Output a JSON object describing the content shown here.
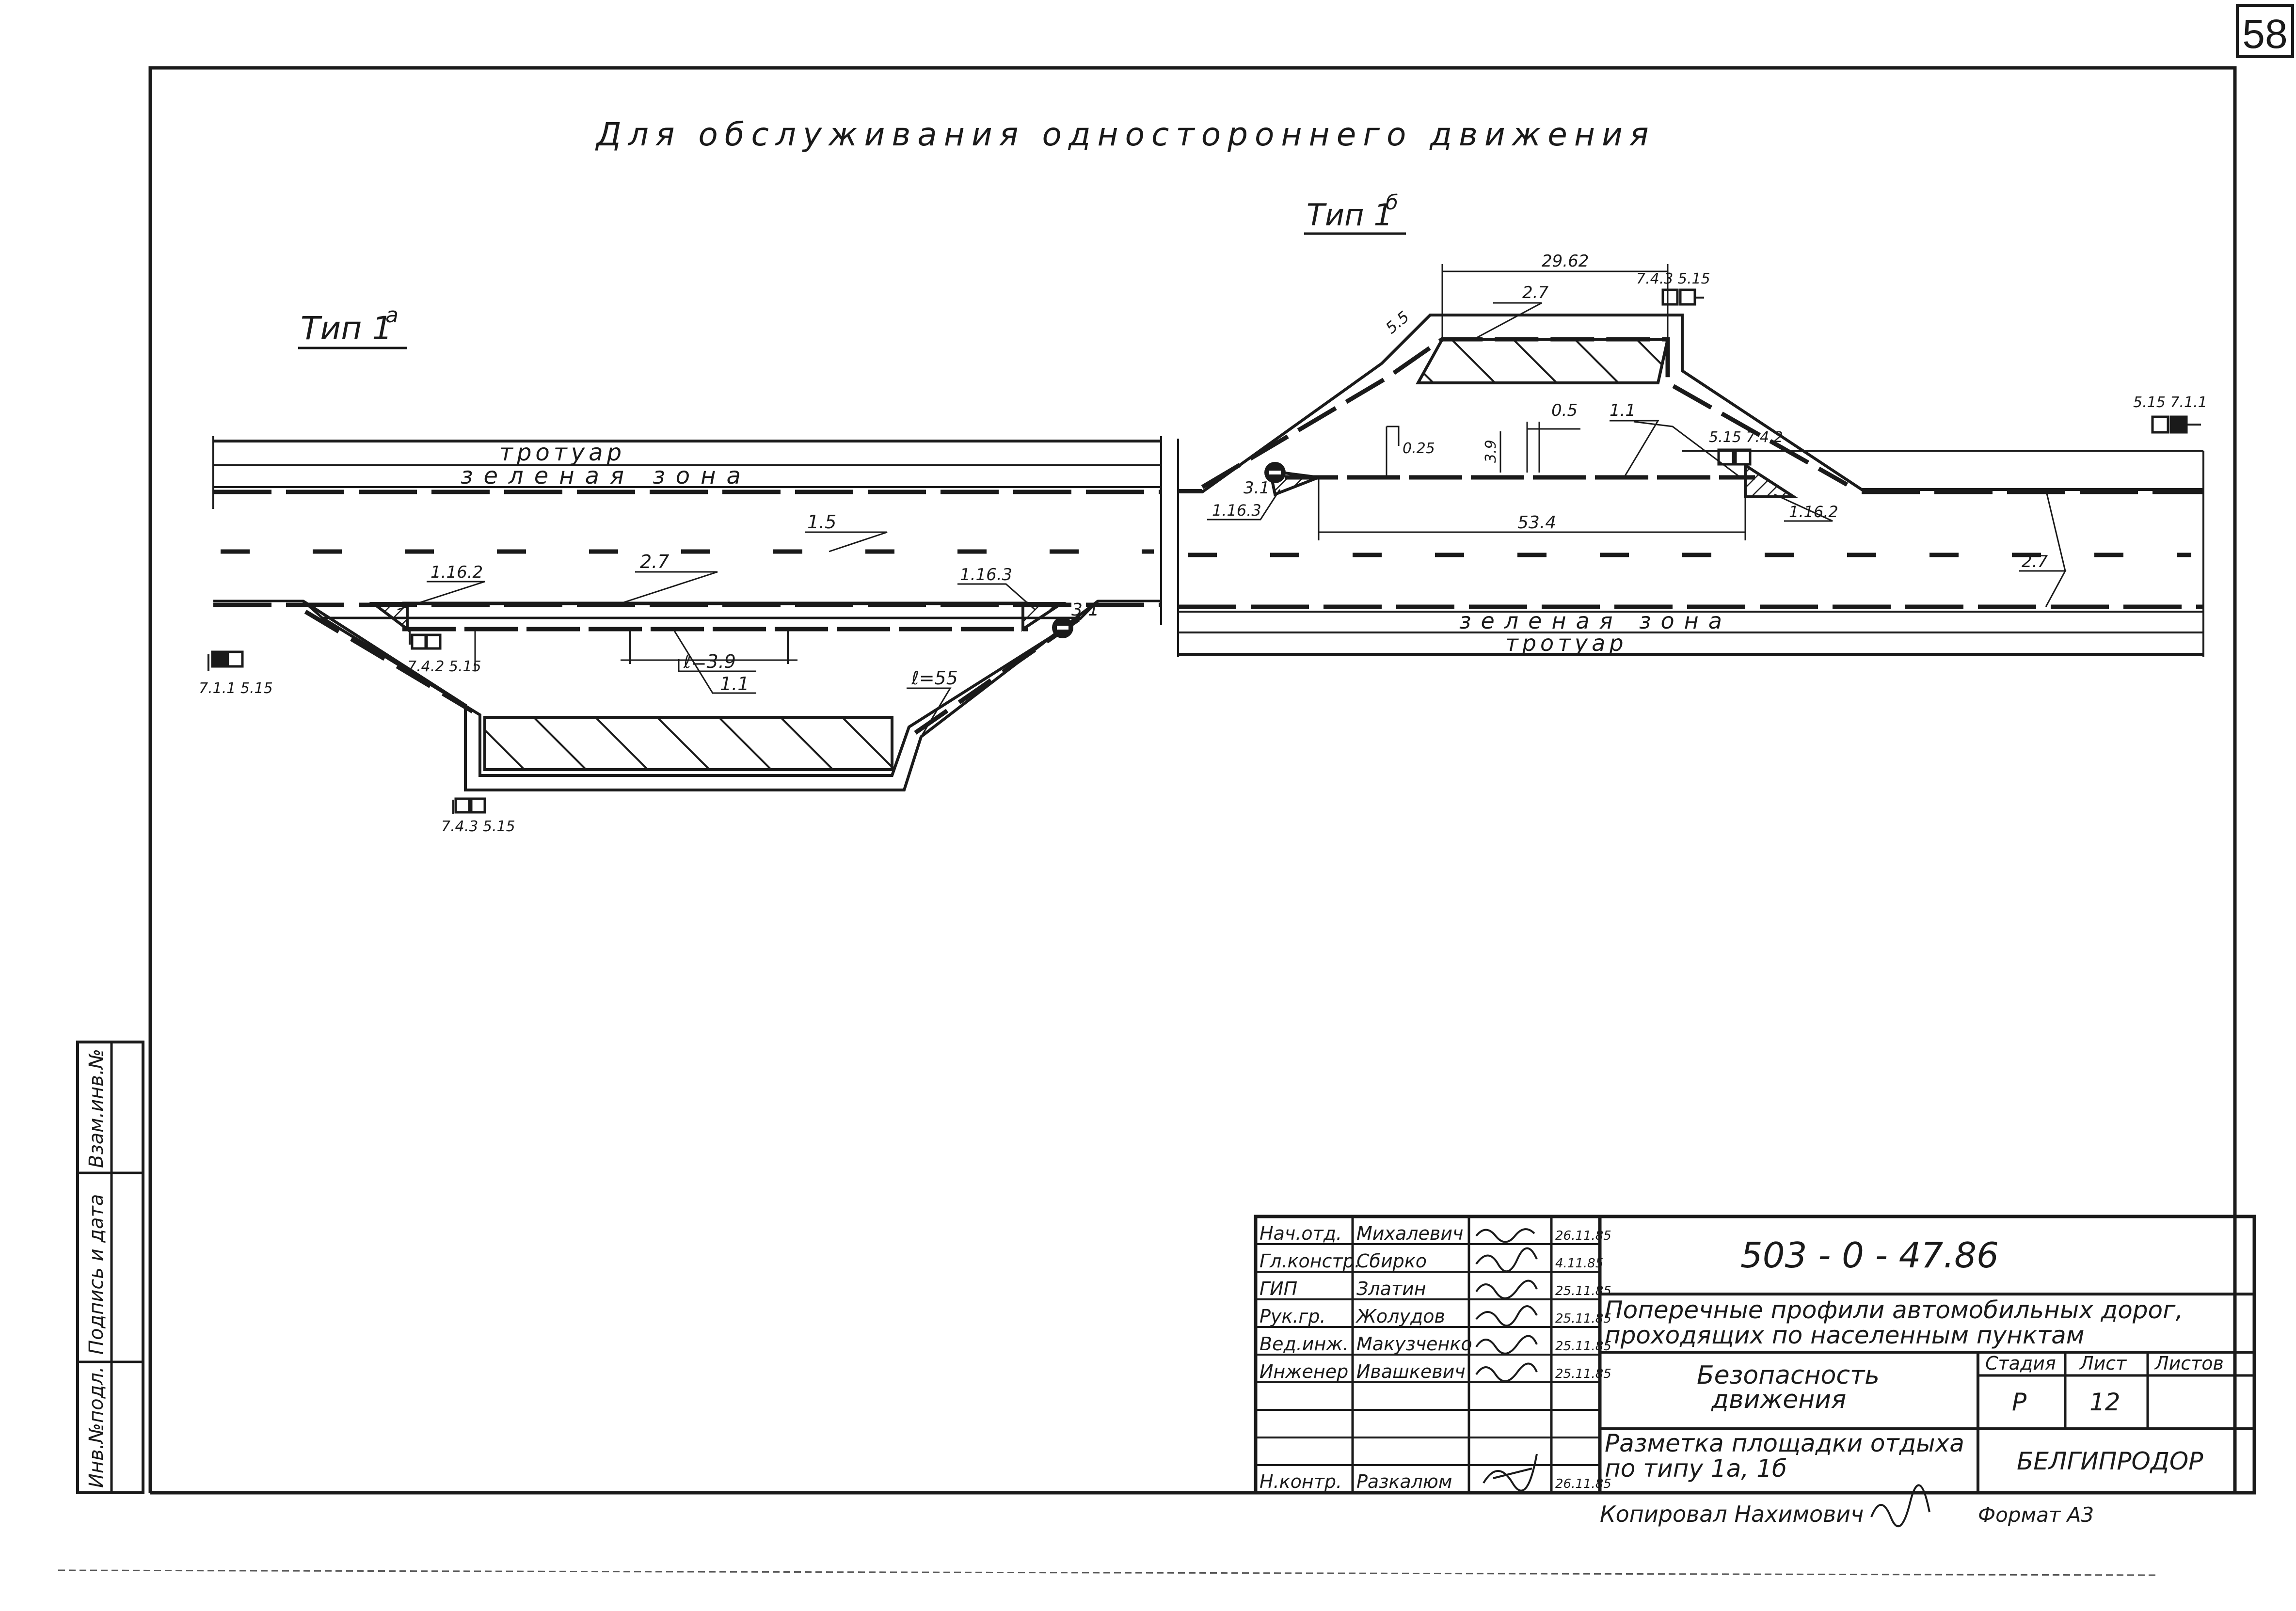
{
  "sheet_number": "58",
  "title": "Для обслуживания одностороннего движения",
  "left_plan": {
    "type_label": "Тип 1",
    "type_superscript": "а",
    "sidewalk": "тротуар",
    "green_zone": "зеленая зона",
    "marking_center": "1.5",
    "marking_27": "2.7",
    "marking_1162": "1.16.2",
    "marking_1163": "1.16.3",
    "marking_11": "1.1",
    "sign_31": "3.1",
    "dim_l39": "ℓ=3.9",
    "dim_l55": "ℓ=55",
    "sign_top_codes": "7.4.2  5.15",
    "sign_left_codes": "7.1.1  5.15",
    "sign_bottom_codes": "7.4.3  5.15"
  },
  "right_plan": {
    "type_label": "Тип 1",
    "type_superscript": "б",
    "sidewalk": "тротуар",
    "green_zone": "зеленая зона",
    "dim_2962": "29.62",
    "dim_534": "53.4",
    "dim_025": "0.25",
    "dim_05": "0.5",
    "dim_39": "3.9",
    "dim_55": "5.5",
    "marking_27a": "2.7",
    "marking_27b": "2.7",
    "marking_11": "1.1",
    "marking_1163": "1.16.3",
    "marking_1162": "1.16.2",
    "sign_31": "3.1",
    "sign_top_codes": "7.4.3  5.15",
    "sign_mid_codes": "5.15  7.4.2",
    "sign_right_codes": "5.15  7.1.1"
  },
  "side_stamp": {
    "inv": "Инв.№подл.",
    "sign_date": "Подпись и дата",
    "vzam": "Взам.инв.№"
  },
  "title_block": {
    "rows": [
      {
        "role": "Нач.отд.",
        "name": "Михалевич",
        "date": "26.11.85"
      },
      {
        "role": "Гл.констр.",
        "name": "Сбирко",
        "date": "4.11.85"
      },
      {
        "role": "ГИП",
        "name": "Златин",
        "date": "25.11.85"
      },
      {
        "role": "Рук.гр.",
        "name": "Жолудов",
        "date": "25.11.85"
      },
      {
        "role": "Вед.инж.",
        "name": "Макузченко",
        "date": "25.11.85"
      },
      {
        "role": "Инженер",
        "name": "Ивашкевич",
        "date": "25.11.85"
      },
      {
        "role": "",
        "name": "",
        "date": ""
      },
      {
        "role": "",
        "name": "",
        "date": ""
      },
      {
        "role": "",
        "name": "",
        "date": ""
      },
      {
        "role": "Н.контр.",
        "name": "Разкалюм",
        "date": "26.11.85"
      }
    ],
    "code": "503 - 0 - 47.86",
    "project_line1": "Поперечные профили автомобильных дорог,",
    "project_line2": "проходящих по населенным пунктам",
    "section_line1": "Безопасность",
    "section_line2": "движения",
    "stage_label": "Стадия",
    "sheet_label": "Лист",
    "sheets_label": "Листов",
    "stage": "Р",
    "sheet": "12",
    "sheets": "",
    "drawing_line1": "Разметка площадки отдыха",
    "drawing_line2": "по типу 1а, 1б",
    "org": "БЕЛГИПРОДОР",
    "copied_by": "Копировал Нахимович",
    "format": "Формат А3"
  }
}
